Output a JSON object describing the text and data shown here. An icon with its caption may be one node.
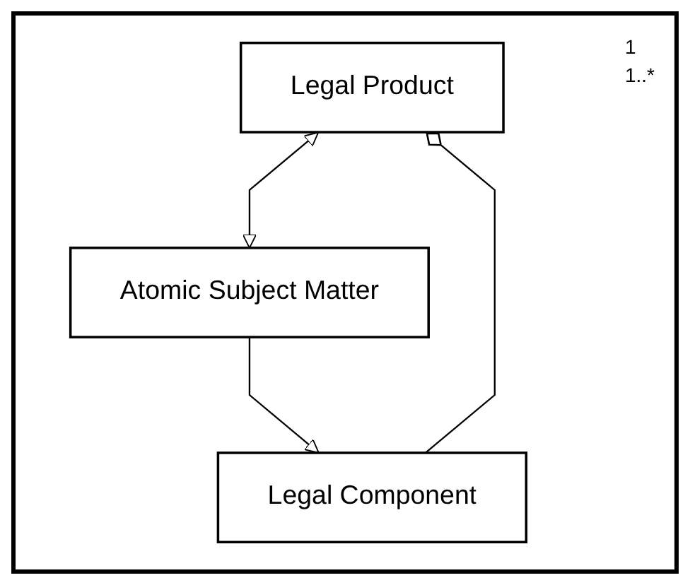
{
  "diagram": {
    "nodes": [
      {
        "text": [
          "Legal Product"
        ]
      },
      {
        "text": [
          "Legal Component"
        ]
      },
      {
        "text": [
          "Atomic Subject Matter"
        ]
      }
    ],
    "edges": [
      {
        "from": 0,
        "to": 1,
        "arrow": "other"
      },
      {
        "from": 2,
        "to": 1,
        "arrow": "to"
      },
      {
        "from": 0,
        "to": 2,
        "arrow": "both"
      }
    ],
    "labels": [
      "1",
      "1..*"
    ]
  }
}
